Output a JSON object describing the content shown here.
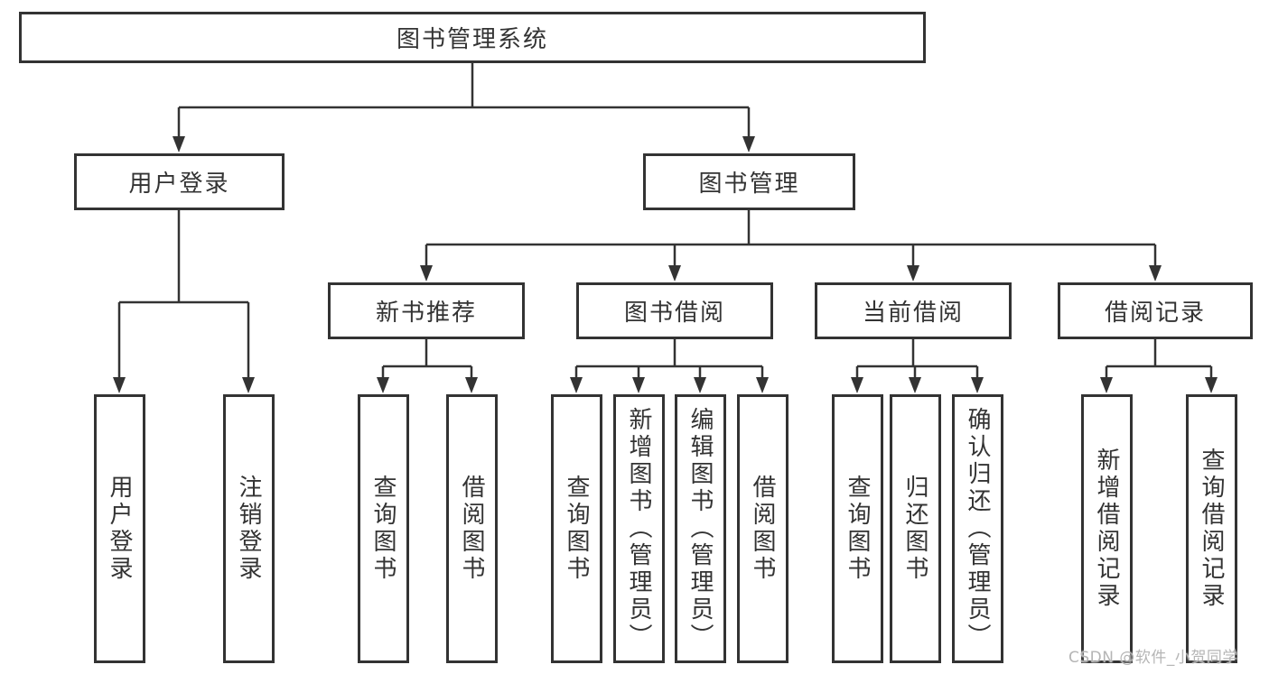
{
  "colors": {
    "line": "#333333",
    "box_border": "#333333",
    "text": "#333333",
    "background": "#ffffff",
    "watermark": "#b5b5b5"
  },
  "watermark": "CSDN @软件_小贺同学",
  "tree": {
    "label": "图书管理系统",
    "children": [
      {
        "label": "用户登录",
        "children": [
          {
            "label": "用户登录"
          },
          {
            "label": "注销登录"
          }
        ]
      },
      {
        "label": "图书管理",
        "children": [
          {
            "label": "新书推荐",
            "children": [
              {
                "label": "查询图书"
              },
              {
                "label": "借阅图书"
              }
            ]
          },
          {
            "label": "图书借阅",
            "children": [
              {
                "label": "查询图书"
              },
              {
                "label": "新增图书（管理员）"
              },
              {
                "label": "编辑图书（管理员）"
              },
              {
                "label": "借阅图书"
              }
            ]
          },
          {
            "label": "当前借阅",
            "children": [
              {
                "label": "查询图书"
              },
              {
                "label": "归还图书"
              },
              {
                "label": "确认归还（管理员）"
              }
            ]
          },
          {
            "label": "借阅记录",
            "children": [
              {
                "label": "新增借阅记录"
              },
              {
                "label": "查询借阅记录"
              }
            ]
          }
        ]
      }
    ]
  }
}
